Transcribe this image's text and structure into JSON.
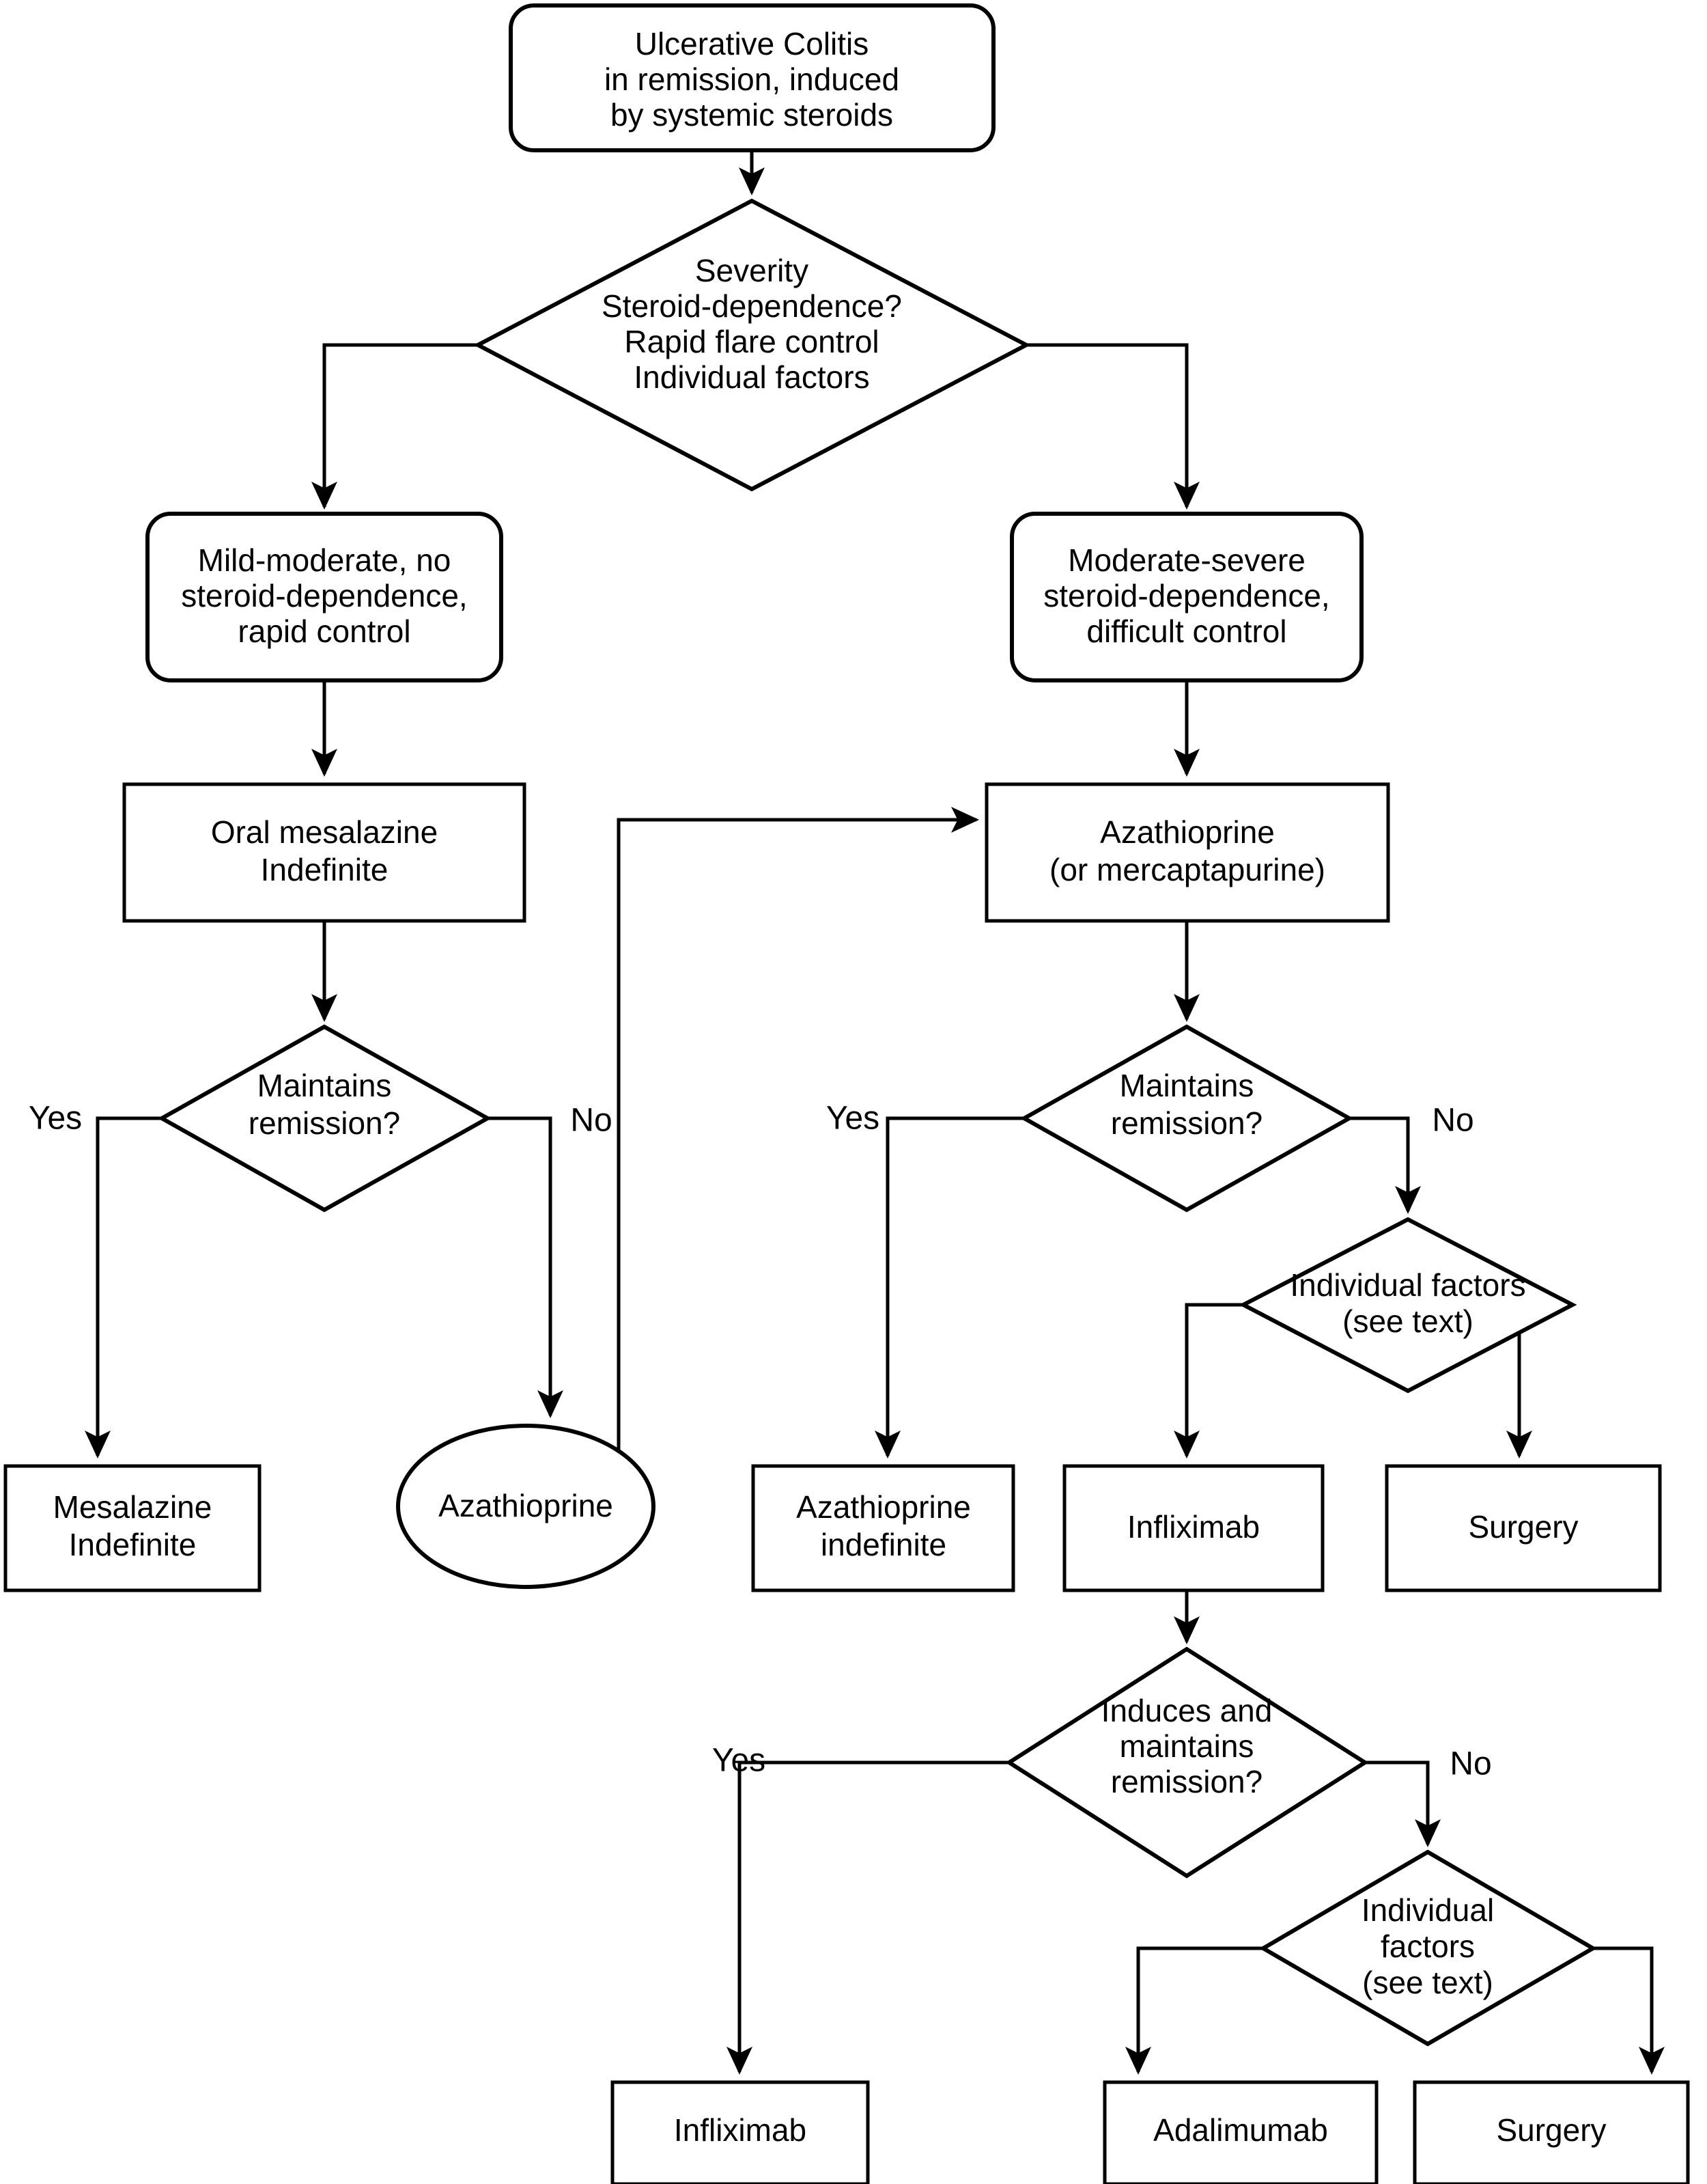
{
  "diagram": {
    "title": "Ulcerative Colitis maintenance of remission treatment algorithm",
    "type": "flowchart",
    "colors": {
      "stroke": "#000000",
      "fill": "#ffffff",
      "text": "#000000"
    },
    "nodes": {
      "start": {
        "shape": "rounded-rectangle",
        "lines": [
          "Ulcerative Colitis",
          "in remission, induced",
          "by systemic steroids"
        ]
      },
      "severity_decision": {
        "shape": "diamond",
        "lines": [
          "Severity",
          "Steroid-dependence?",
          "Rapid flare control",
          "Individual factors"
        ]
      },
      "mild_branch": {
        "shape": "rounded-rectangle",
        "lines": [
          "Mild-moderate, no",
          "steroid-dependence,",
          "rapid control"
        ]
      },
      "severe_branch": {
        "shape": "rounded-rectangle",
        "lines": [
          "Moderate-severe",
          "steroid-dependence,",
          "difficult control"
        ]
      },
      "oral_mesalazine": {
        "shape": "rectangle",
        "lines": [
          "Oral mesalazine",
          "Indefinite"
        ]
      },
      "azathioprine_main": {
        "shape": "rectangle",
        "lines": [
          "Azathioprine",
          "(or mercaptapurine)"
        ]
      },
      "maintains_left": {
        "shape": "diamond",
        "lines": [
          "Maintains",
          "remission?"
        ]
      },
      "maintains_right": {
        "shape": "diamond",
        "lines": [
          "Maintains",
          "remission?"
        ]
      },
      "individual_factors_mid": {
        "shape": "diamond",
        "lines": [
          "Individual factors",
          "(see text)"
        ]
      },
      "mesalazine_indefinite": {
        "shape": "rectangle",
        "lines": [
          "Mesalazine",
          "Indefinite"
        ]
      },
      "azathioprine_oval": {
        "shape": "ellipse",
        "lines": [
          "Azathioprine"
        ]
      },
      "azathioprine_indefinite": {
        "shape": "rectangle",
        "lines": [
          "Azathioprine",
          "indefinite"
        ]
      },
      "infliximab_mid": {
        "shape": "rectangle",
        "lines": [
          "Infliximab"
        ]
      },
      "surgery_mid": {
        "shape": "rectangle",
        "lines": [
          "Surgery"
        ]
      },
      "induces_maintains": {
        "shape": "diamond",
        "lines": [
          "Induces and",
          "maintains",
          "remission?"
        ]
      },
      "individual_factors_bottom": {
        "shape": "diamond",
        "lines": [
          "Individual",
          "factors",
          "(see text)"
        ]
      },
      "infliximab_bottom": {
        "shape": "rectangle",
        "lines": [
          "Infliximab"
        ]
      },
      "adalimumab": {
        "shape": "rectangle",
        "lines": [
          "Adalimumab"
        ]
      },
      "surgery_bottom": {
        "shape": "rectangle",
        "lines": [
          "Surgery"
        ]
      }
    },
    "edge_labels": {
      "left_yes": "Yes",
      "left_no": "No",
      "right_yes": "Yes",
      "right_no": "No",
      "bottom_yes": "Yes",
      "bottom_no": "No"
    }
  }
}
